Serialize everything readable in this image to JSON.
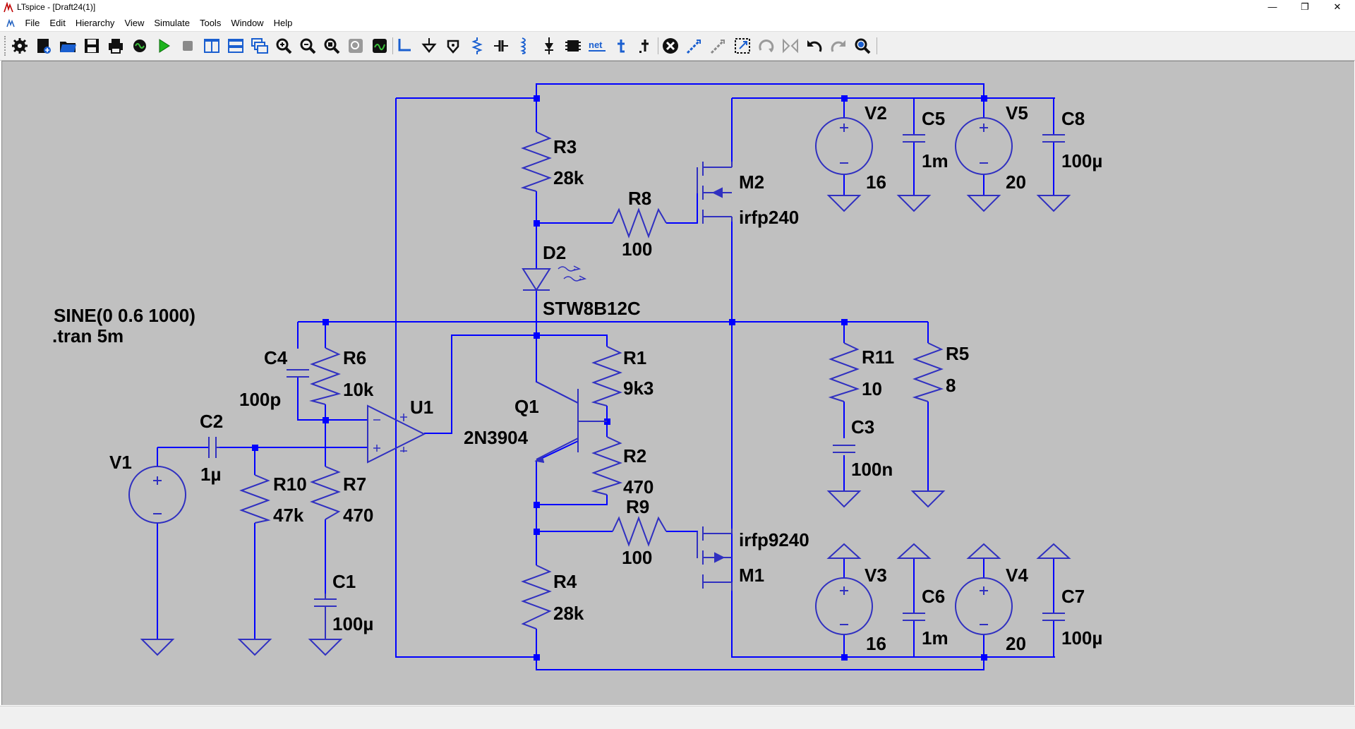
{
  "window": {
    "title": "LTspice - [Draft24(1)]",
    "controls": [
      "minimize",
      "maximize",
      "close"
    ]
  },
  "menu": {
    "items": [
      "File",
      "Edit",
      "Hierarchy",
      "View",
      "Simulate",
      "Tools",
      "Window",
      "Help"
    ]
  },
  "toolbar": {
    "buttons": [
      "settings-icon",
      "new-schematic-icon",
      "open-icon",
      "save-icon",
      "print-icon",
      "control-panel-icon",
      "run-icon",
      "halt-icon",
      "tile-vertical-icon",
      "tile-horizontal-icon",
      "cascade-icon",
      "zoom-in-icon",
      "zoom-out-icon",
      "zoom-fit-icon",
      "zoom-full-icon",
      "autorange-icon",
      "wire-icon",
      "ground-icon",
      "label-net-icon",
      "resistor-icon",
      "capacitor-icon",
      "inductor-icon",
      "diode-icon",
      "component-icon",
      "net-name-icon",
      "text-icon",
      "spice-directive-icon",
      "delete-icon",
      "duplicate-icon",
      "move-icon",
      "drag-icon",
      "rotate-icon",
      "mirror-icon",
      "undo-icon",
      "redo-icon",
      "find-icon"
    ],
    "net_label": "net"
  },
  "schematic": {
    "directives": {
      "sine": "SINE(0 0.6 1000)",
      "tran": ".tran 5m"
    },
    "components": {
      "R3": {
        "name": "R3",
        "value": "28k"
      },
      "R8": {
        "name": "R8",
        "value": "100"
      },
      "M2": {
        "name": "M2",
        "value": "irfp240"
      },
      "V2": {
        "name": "V2",
        "value": "16"
      },
      "C5": {
        "name": "C5",
        "value": "1m"
      },
      "V5": {
        "name": "V5",
        "value": "20"
      },
      "C8": {
        "name": "C8",
        "value": "100µ"
      },
      "D2": {
        "name": "D2",
        "value": "STW8B12C"
      },
      "C4": {
        "name": "C4",
        "value": "100p"
      },
      "R6": {
        "name": "R6",
        "value": "10k"
      },
      "U1": {
        "name": "U1"
      },
      "R1": {
        "name": "R1",
        "value": "9k3"
      },
      "Q1": {
        "name": "Q1",
        "value": "2N3904"
      },
      "R2": {
        "name": "R2",
        "value": "470"
      },
      "R11": {
        "name": "R11",
        "value": "10"
      },
      "R5": {
        "name": "R5",
        "value": "8"
      },
      "C3": {
        "name": "C3",
        "value": "100n"
      },
      "C2": {
        "name": "C2",
        "value": "1µ"
      },
      "V1": {
        "name": "V1"
      },
      "R10": {
        "name": "R10",
        "value": "47k"
      },
      "R7": {
        "name": "R7",
        "value": "470"
      },
      "C1": {
        "name": "C1",
        "value": "100µ"
      },
      "R9": {
        "name": "R9",
        "value": "100"
      },
      "M1": {
        "name": "M1",
        "value": "irfp9240"
      },
      "R4": {
        "name": "R4",
        "value": "28k"
      },
      "V3": {
        "name": "V3",
        "value": "16"
      },
      "C6": {
        "name": "C6",
        "value": "1m"
      },
      "V4": {
        "name": "V4",
        "value": "20"
      },
      "C7": {
        "name": "C7",
        "value": "100µ"
      }
    }
  },
  "colors": {
    "wire": "#0000ff",
    "junction": "#0000ff",
    "component": "#3030c0",
    "background": "#c0c0c0",
    "label": "#000000"
  }
}
